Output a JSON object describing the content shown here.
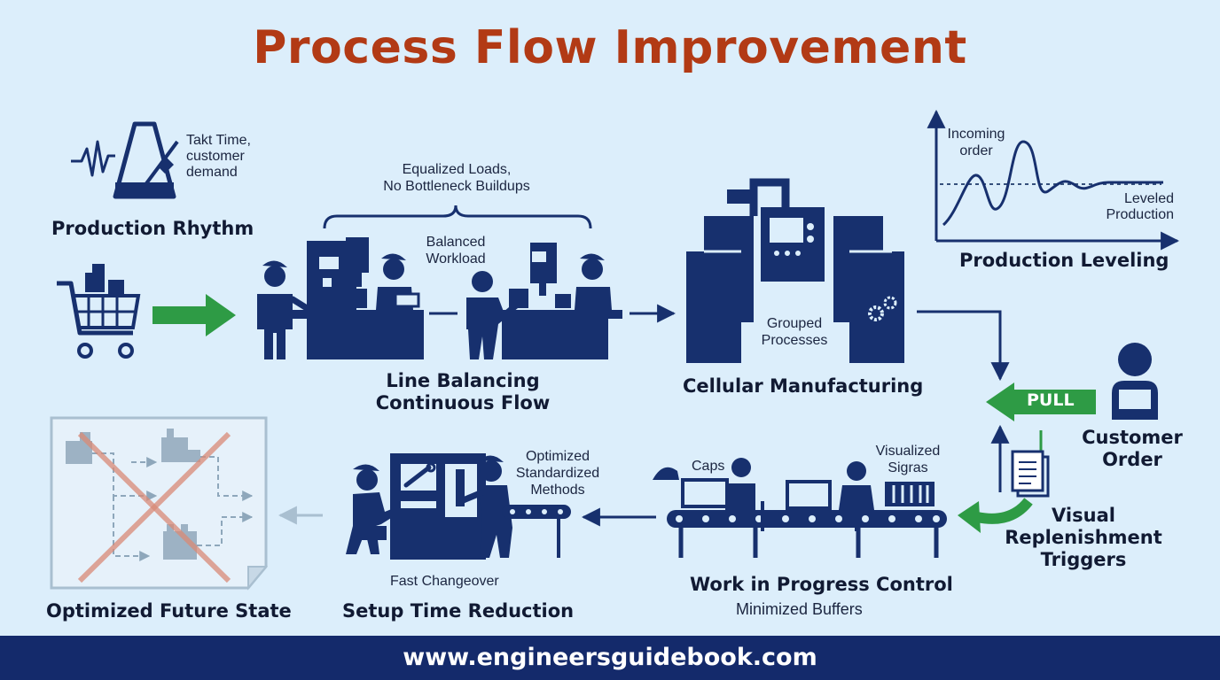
{
  "title": "Process Flow Improvement",
  "sections": {
    "production_rhythm": {
      "label": "Production Rhythm",
      "note_lines": [
        "Takt Time,",
        "customer",
        "demand"
      ]
    },
    "line_balancing": {
      "label_lines": [
        "Line Balancing",
        "Continuous Flow"
      ],
      "brace_note_lines": [
        "Equalized Loads,",
        "No Bottleneck Buildups"
      ],
      "inner_note_lines": [
        "Balanced",
        "Workload"
      ]
    },
    "cellular": {
      "label": "Cellular Manufacturing",
      "note_lines": [
        "Grouped",
        "Processes"
      ]
    },
    "leveling": {
      "label": "Production Leveling",
      "incoming_lines": [
        "Incoming",
        "order"
      ],
      "leveled_lines": [
        "Leveled",
        "Production"
      ]
    },
    "customer": {
      "label_lines": [
        "Customer",
        "Order"
      ],
      "pull": "PULL"
    },
    "visual_triggers": {
      "label_lines": [
        "Visual",
        "Replenishment",
        "Triggers"
      ]
    },
    "wip": {
      "label": "Work in Progress Control",
      "sublabel": "Minimized Buffers",
      "caps": "Caps",
      "signals_lines": [
        "Visualized",
        "Sigras"
      ]
    },
    "setup": {
      "label": "Setup Time Reduction",
      "sublabel": "Fast Changeover",
      "methods_lines": [
        "Optimized",
        "Standardized",
        "Methods"
      ]
    },
    "future": {
      "label": "Optimized Future State"
    }
  },
  "footer": {
    "url": "www.engineersguidebook.com"
  },
  "colors": {
    "navy": "#17306e",
    "green": "#2e9b45",
    "title": "#b23a15",
    "background": "#dceefb",
    "footer": "#142a6b"
  },
  "icons": [
    "heartbeat-icon",
    "metronome-icon",
    "shopping-cart-icon",
    "worker-icon",
    "machine-icon",
    "gear-icon",
    "customer-icon",
    "document-icon",
    "wrench-icon",
    "conveyor-icon"
  ]
}
